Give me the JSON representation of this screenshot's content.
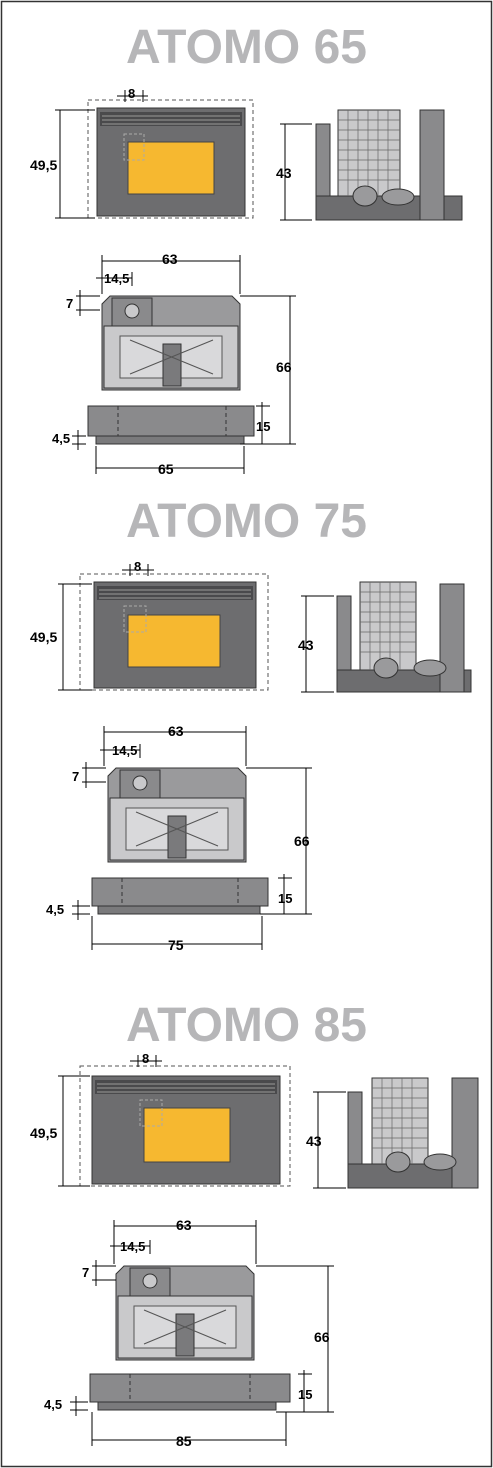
{
  "models": [
    {
      "title": "ATOMO 65",
      "front": {
        "height": "49,5",
        "offset": "8"
      },
      "side": {
        "height": "43"
      },
      "top": {
        "depth": "63",
        "flue_offset": "14,5",
        "flue_gap": "7",
        "height": "66",
        "frame_depth": "15",
        "frame_height": "4,5",
        "width": "65"
      }
    },
    {
      "title": "ATOMO 75",
      "front": {
        "height": "49,5",
        "offset": "8"
      },
      "side": {
        "height": "43"
      },
      "top": {
        "depth": "63",
        "flue_offset": "14,5",
        "flue_gap": "7",
        "height": "66",
        "frame_depth": "15",
        "frame_height": "4,5",
        "width": "75"
      }
    },
    {
      "title": "ATOMO 85",
      "front": {
        "height": "49,5",
        "offset": "8"
      },
      "side": {
        "height": "43"
      },
      "top": {
        "depth": "63",
        "flue_offset": "14,5",
        "flue_gap": "7",
        "height": "66",
        "frame_depth": "15",
        "frame_height": "4,5",
        "width": "85"
      }
    }
  ],
  "colors": {
    "title": "#b6b6b8",
    "glass": "#f6b830",
    "body": "#6d6d6f",
    "metal": "#c9c9cb",
    "frame": "#8a8a8c"
  }
}
